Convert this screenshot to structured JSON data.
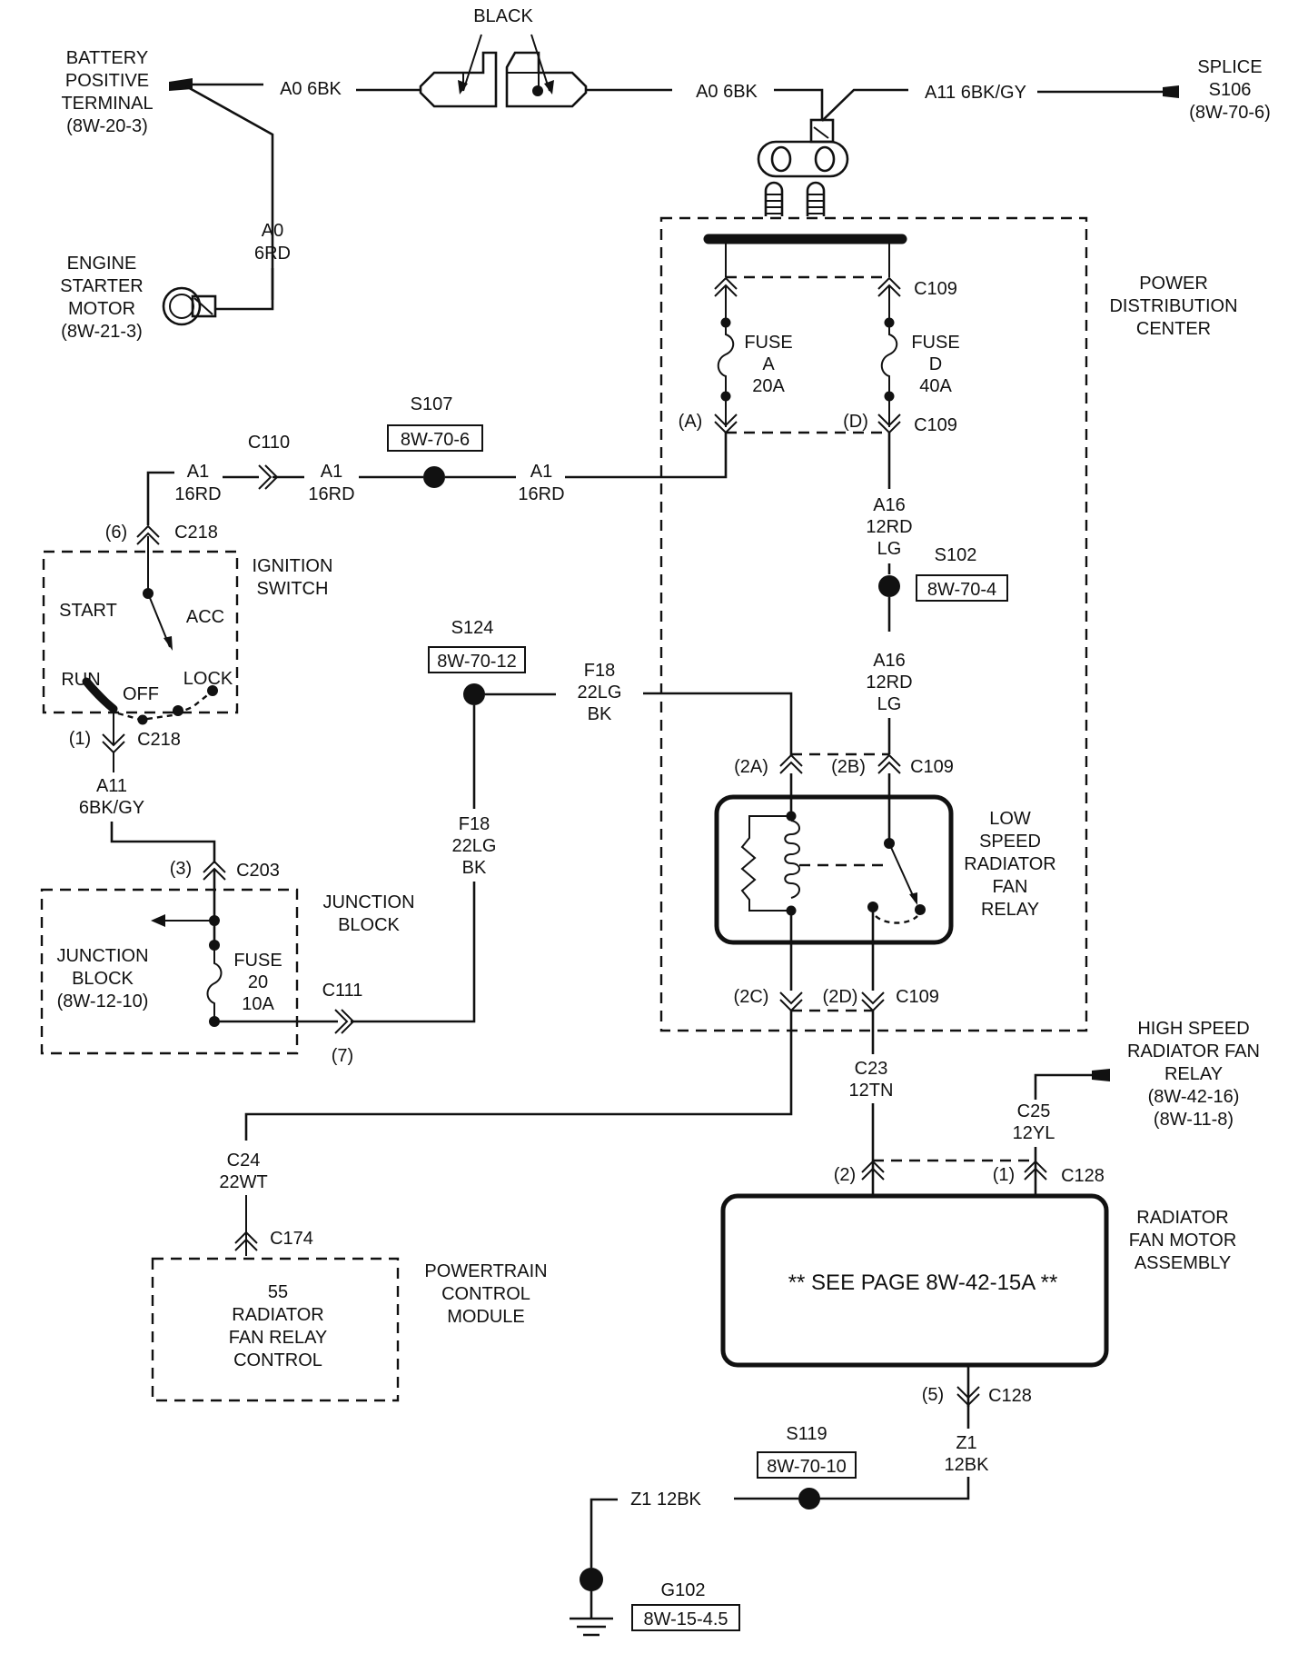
{
  "title": "Radiator Fan Wiring Diagram",
  "components": {
    "battery": {
      "lines": [
        "BATTERY",
        "POSITIVE",
        "TERMINAL",
        "(8W-20-3)"
      ]
    },
    "starter": {
      "lines": [
        "ENGINE",
        "STARTER",
        "MOTOR",
        "(8W-21-3)"
      ]
    },
    "black_label": "BLACK",
    "splice_s106": {
      "lines": [
        "SPLICE",
        "S106",
        "(8W-70-6)"
      ]
    },
    "pdc": {
      "lines": [
        "POWER",
        "DISTRIBUTION",
        "CENTER"
      ]
    },
    "fuse_a": {
      "lines": [
        "FUSE",
        "A",
        "20A"
      ],
      "pin": "(A)"
    },
    "fuse_d": {
      "lines": [
        "FUSE",
        "D",
        "40A"
      ],
      "pin": "(D)"
    },
    "ignition": {
      "lines": [
        "IGNITION",
        "SWITCH"
      ],
      "positions": {
        "start": "START",
        "acc": "ACC",
        "run": "RUN",
        "off": "OFF",
        "lock": "LOCK"
      }
    },
    "junction_block_label": {
      "lines": [
        "JUNCTION",
        "BLOCK"
      ]
    },
    "junction_block_inner": {
      "lines": [
        "JUNCTION",
        "BLOCK",
        "(8W-12-10)"
      ]
    },
    "fuse_20": {
      "lines": [
        "FUSE",
        "20",
        "10A"
      ]
    },
    "low_speed_relay": {
      "lines": [
        "LOW",
        "SPEED",
        "RADIATOR",
        "FAN",
        "RELAY"
      ]
    },
    "high_speed_relay": {
      "lines": [
        "HIGH SPEED",
        "RADIATOR FAN",
        "RELAY",
        "(8W-42-16)",
        "(8W-11-8)"
      ]
    },
    "fan_motor": {
      "lines": [
        "RADIATOR",
        "FAN MOTOR",
        "ASSEMBLY"
      ],
      "note": "** SEE PAGE 8W-42-15A **"
    },
    "pcm": {
      "lines": [
        "POWERTRAIN",
        "CONTROL",
        "MODULE"
      ],
      "inner": [
        "55",
        "RADIATOR",
        "FAN RELAY",
        "CONTROL"
      ]
    }
  },
  "wires": {
    "a0_6bk_left": "A0 6BK",
    "a0_6bk_right": "A0 6BK",
    "a11_top": "A11 6BK/GY",
    "a0_6rd": [
      "A0",
      "6RD"
    ],
    "a1_left": [
      "A1",
      "16RD"
    ],
    "a1_mid": [
      "A1",
      "16RD"
    ],
    "a1_right": [
      "A1",
      "16RD"
    ],
    "a16_upper": [
      "A16",
      "12RD",
      "LG"
    ],
    "a16_lower": [
      "A16",
      "12RD",
      "LG"
    ],
    "a11_left": [
      "A11",
      "6BK/GY"
    ],
    "f18_horizontal": [
      "F18",
      "22LG",
      "BK"
    ],
    "f18_vertical": [
      "F18",
      "22LG",
      "BK"
    ],
    "c23": [
      "C23",
      "12TN"
    ],
    "c25": [
      "C25",
      "12YL"
    ],
    "c24": [
      "C24",
      "22WT"
    ],
    "z1_vertical": [
      "Z1",
      "12BK"
    ],
    "z1_horizontal": "Z1 12BK"
  },
  "connectors": {
    "c109": "C109",
    "c110": "C110",
    "c218": "C218",
    "c203": "C203",
    "c111": "C111",
    "c128": "C128",
    "c174": "C174",
    "pin_6": "(6)",
    "pin_1": "(1)",
    "pin_3": "(3)",
    "pin_7": "(7)",
    "pin_2a": "(2A)",
    "pin_2b": "(2B)",
    "pin_2c": "(2C)",
    "pin_2d": "(2D)",
    "pin_2": "(2)",
    "pin_1b": "(1)",
    "pin_5": "(5)"
  },
  "splices": {
    "s107": {
      "id": "S107",
      "ref": "8W-70-6"
    },
    "s102": {
      "id": "S102",
      "ref": "8W-70-4"
    },
    "s124": {
      "id": "S124",
      "ref": "8W-70-12"
    },
    "s119": {
      "id": "S119",
      "ref": "8W-70-10"
    },
    "g102": {
      "id": "G102",
      "ref": "8W-15-4.5"
    }
  }
}
